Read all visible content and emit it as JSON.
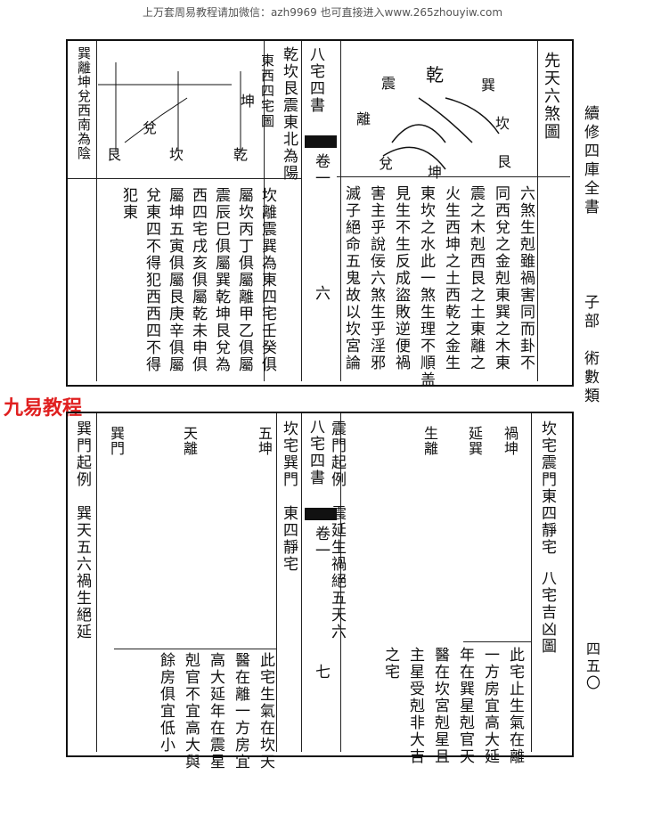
{
  "top_banner": "上万套周易教程请加微信：azh9969    也可直接进入www.265zhouyiw.com",
  "watermark": "九易教程",
  "side_title": "續修四庫全書",
  "side_section": "子部　術數類",
  "page_number": "四五〇",
  "upper": {
    "chart_title": "先天六煞圖",
    "chart_labels": [
      "乾",
      "巽",
      "坎",
      "艮",
      "坤",
      "兌",
      "離",
      "震"
    ],
    "fold_title": "八宅四書",
    "fold_volume": "卷一",
    "fold_leaf": "六",
    "right_cols": [
      "六煞生剋雖禍害同而卦不",
      "同西兌之金剋東巽之木東",
      "震之木剋西艮之土東離之",
      "火生西坤之土西乾之金生",
      "東坎之水此一煞生理不順盖",
      "見生不生反成盜敗逆便禍",
      "害主乎說佞六煞生乎淫邪",
      "滅子絕命五鬼故以坎宮論"
    ],
    "left_cols": [
      "乾坎艮震東北為陽",
      "東西四宅圖",
      "坎離震巽為東四宅壬癸俱",
      "屬坎丙丁俱屬離甲乙俱屬",
      "震辰巳俱屬巽乾坤艮兌為",
      "西四宅戌亥俱屬乾未申俱",
      "屬坤五寅俱屬艮庚辛俱屬",
      "兌東四不得犯西西四不得",
      "犯東"
    ],
    "left_diagram_labels": [
      "巽離坤兌西南為陰",
      "坤",
      "兌",
      "乾",
      "坎",
      "艮"
    ]
  },
  "lower": {
    "chart_title": "八宅吉凶圖",
    "subtitle": "坎宅震門東四靜宅",
    "fold_title": "八宅四書",
    "fold_volume": "卷一",
    "fold_leaf": "七",
    "right_cols": [
      "此宅止生氣在離",
      "一方房宜高大延",
      "年在巽星剋官天",
      "醫在坎宮剋星且",
      "主星受剋非大吉",
      "之宅"
    ],
    "mid_cols": [
      "震門起例　震延生禍絕五天六",
      "坎宅巽門　東四靜宅"
    ],
    "left_cols": [
      "此宅生氣在坎天",
      "醫在離一方房宜",
      "高大延年在震星",
      "剋官不宜高大與",
      "餘房俱宜低小"
    ],
    "left_head": "巽門起例　巽天五六禍生絕延",
    "diagram_labels": [
      "延巽",
      "生離",
      "禍坤",
      "天離",
      "五坤",
      "巽門"
    ]
  }
}
